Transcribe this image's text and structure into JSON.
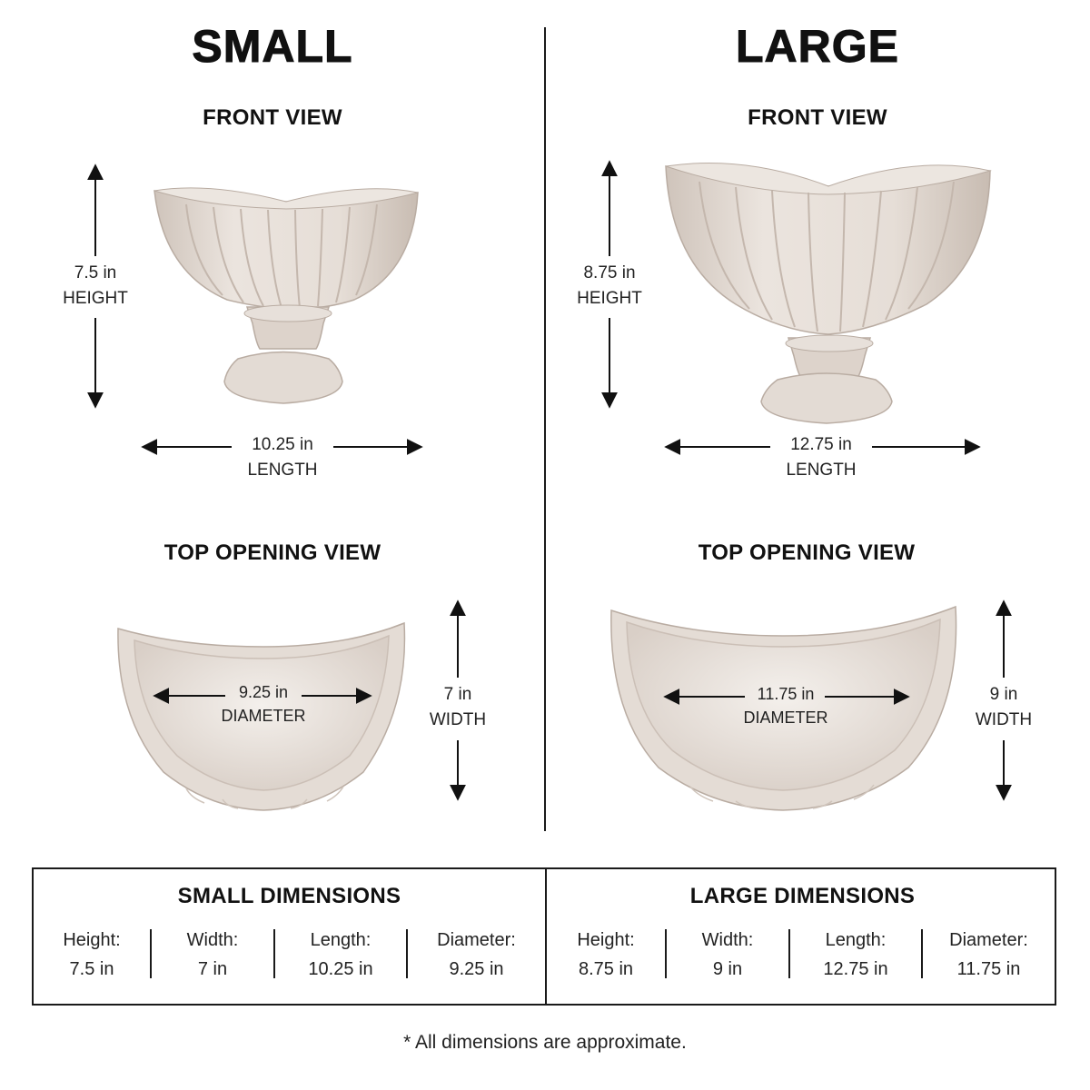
{
  "small": {
    "title": "SMALL",
    "front_view_title": "FRONT VIEW",
    "height_value": "7.5 in",
    "height_label": "HEIGHT",
    "length_value": "10.25 in",
    "length_label": "LENGTH",
    "top_view_title": "TOP OPENING VIEW",
    "diameter_value": "9.25 in",
    "diameter_label": "DIAMETER",
    "width_value": "7 in",
    "width_label": "WIDTH"
  },
  "large": {
    "title": "LARGE",
    "front_view_title": "FRONT VIEW",
    "height_value": "8.75 in",
    "height_label": "HEIGHT",
    "length_value": "12.75 in",
    "length_label": "LENGTH",
    "top_view_title": "TOP OPENING VIEW",
    "diameter_value": "11.75 in",
    "diameter_label": "DIAMETER",
    "width_value": "9 in",
    "width_label": "WIDTH"
  },
  "table": {
    "small": {
      "title": "SMALL DIMENSIONS",
      "cells": [
        {
          "label": "Height:",
          "value": "7.5 in"
        },
        {
          "label": "Width:",
          "value": "7 in"
        },
        {
          "label": "Length:",
          "value": "10.25 in"
        },
        {
          "label": "Diameter:",
          "value": "9.25 in"
        }
      ]
    },
    "large": {
      "title": "LARGE DIMENSIONS",
      "cells": [
        {
          "label": "Height:",
          "value": "8.75 in"
        },
        {
          "label": "Width:",
          "value": "9 in"
        },
        {
          "label": "Length:",
          "value": "12.75 in"
        },
        {
          "label": "Diameter:",
          "value": "11.75 in"
        }
      ]
    }
  },
  "footnote": "* All dimensions are approximate.",
  "colors": {
    "ceramic_light": "#efe9e4",
    "ceramic_mid": "#ddd3cb",
    "ceramic_shadow": "#bfb2a8",
    "ink": "#111111"
  }
}
